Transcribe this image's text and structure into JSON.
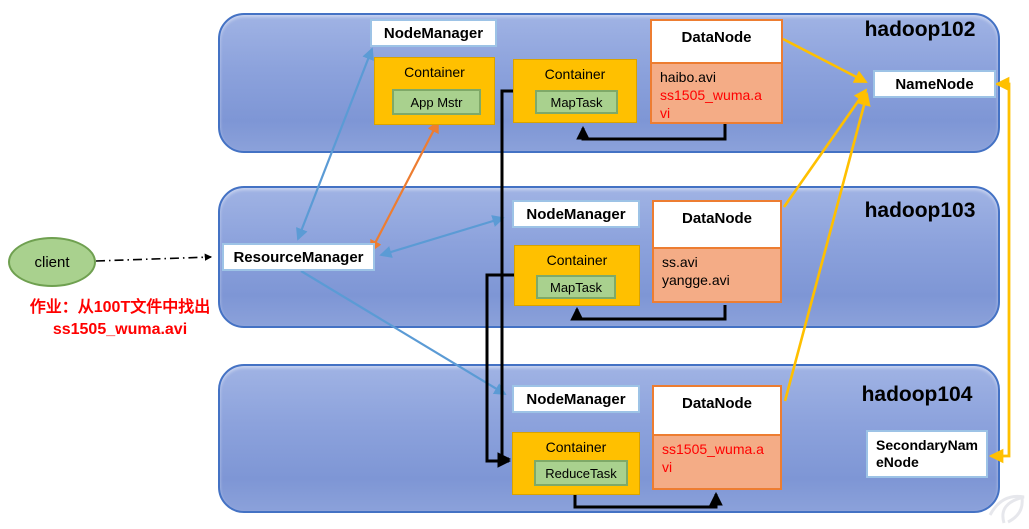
{
  "client": {
    "label": "client"
  },
  "job_note": {
    "line1": "作业：从100T文件中找出",
    "line2": "ss1505_wuma.avi"
  },
  "resource_manager": {
    "label": "ResourceManager"
  },
  "panels": [
    {
      "title": "hadoop102",
      "node_manager": "NodeManager",
      "app_container": {
        "label": "Container",
        "task": "App Mstr"
      },
      "map_container": {
        "label": "Container",
        "task": "MapTask"
      },
      "data_node": {
        "label": "DataNode",
        "files": [
          {
            "name": "haibo.avi",
            "color": "#000000"
          },
          {
            "name": "ss1505_wuma.avi",
            "color": "#FF0000"
          }
        ]
      },
      "name_node": "NameNode"
    },
    {
      "title": "hadoop103",
      "node_manager": "NodeManager",
      "map_container": {
        "label": "Container",
        "task": "MapTask"
      },
      "data_node": {
        "label": "DataNode",
        "files": [
          {
            "name": "ss.avi",
            "color": "#000000"
          },
          {
            "name": "yangge.avi",
            "color": "#000000"
          }
        ]
      }
    },
    {
      "title": "hadoop104",
      "node_manager": "NodeManager",
      "reduce_container": {
        "label": "Container",
        "task": "ReduceTask"
      },
      "data_node": {
        "label": "DataNode",
        "files": [
          {
            "name": "ss1505_wuma.avi",
            "color": "#FF0000"
          }
        ]
      },
      "secondary_name_node": "SecondaryNameNode"
    }
  ],
  "colors": {
    "panel_border": "#4472C4",
    "panel_fill": "#8CA2DC",
    "node_box_border": "#9DC3E6",
    "container_fill": "#FFC000",
    "task_fill": "#A9D18E",
    "task_border": "#70AD47",
    "datanode_border": "#ED7D31",
    "datanode_fill": "#F4AC86",
    "highlight_text": "#FF0000",
    "arrow_blue": "#5B9BD5",
    "arrow_orange": "#ED7D31",
    "arrow_yellow": "#FFC000",
    "arrow_black": "#000000"
  }
}
